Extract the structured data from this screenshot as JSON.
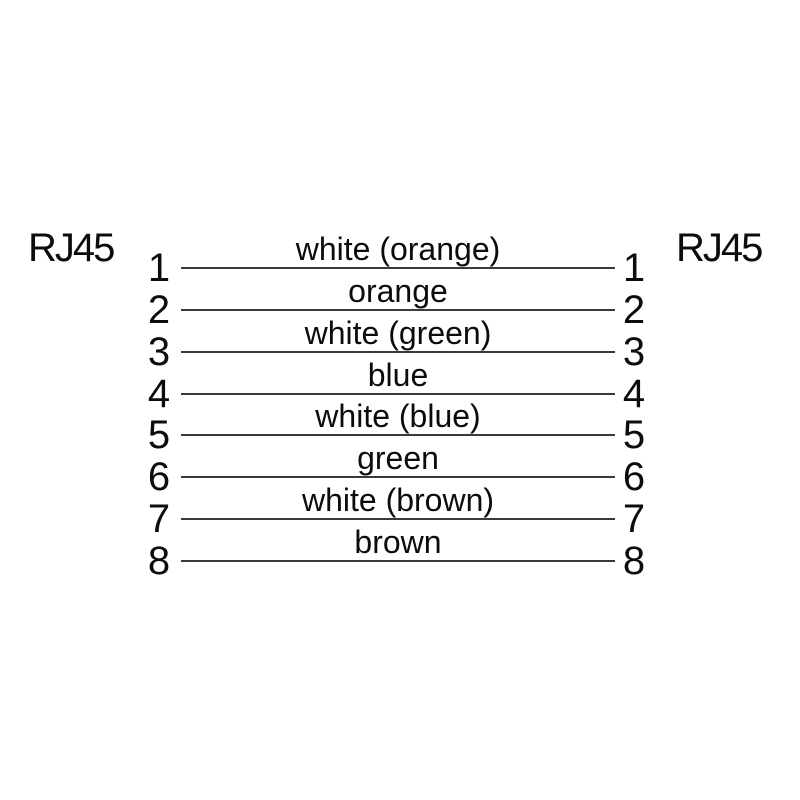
{
  "diagram": {
    "connector_left_label": "RJ45",
    "connector_right_label": "RJ45",
    "background_color": "#ffffff",
    "text_color": "#0c0c0c",
    "line_color": "#3a3a3a",
    "rows": [
      {
        "pin_left": "1",
        "pin_right": "1",
        "wire": "white (orange)"
      },
      {
        "pin_left": "2",
        "pin_right": "2",
        "wire": "orange"
      },
      {
        "pin_left": "3",
        "pin_right": "3",
        "wire": "white (green)"
      },
      {
        "pin_left": "4",
        "pin_right": "4",
        "wire": "blue"
      },
      {
        "pin_left": "5",
        "pin_right": "5",
        "wire": "white (blue)"
      },
      {
        "pin_left": "6",
        "pin_right": "6",
        "wire": "green"
      },
      {
        "pin_left": "7",
        "pin_right": "7",
        "wire": "white (brown)"
      },
      {
        "pin_left": "8",
        "pin_right": "8",
        "wire": "brown"
      }
    ]
  }
}
